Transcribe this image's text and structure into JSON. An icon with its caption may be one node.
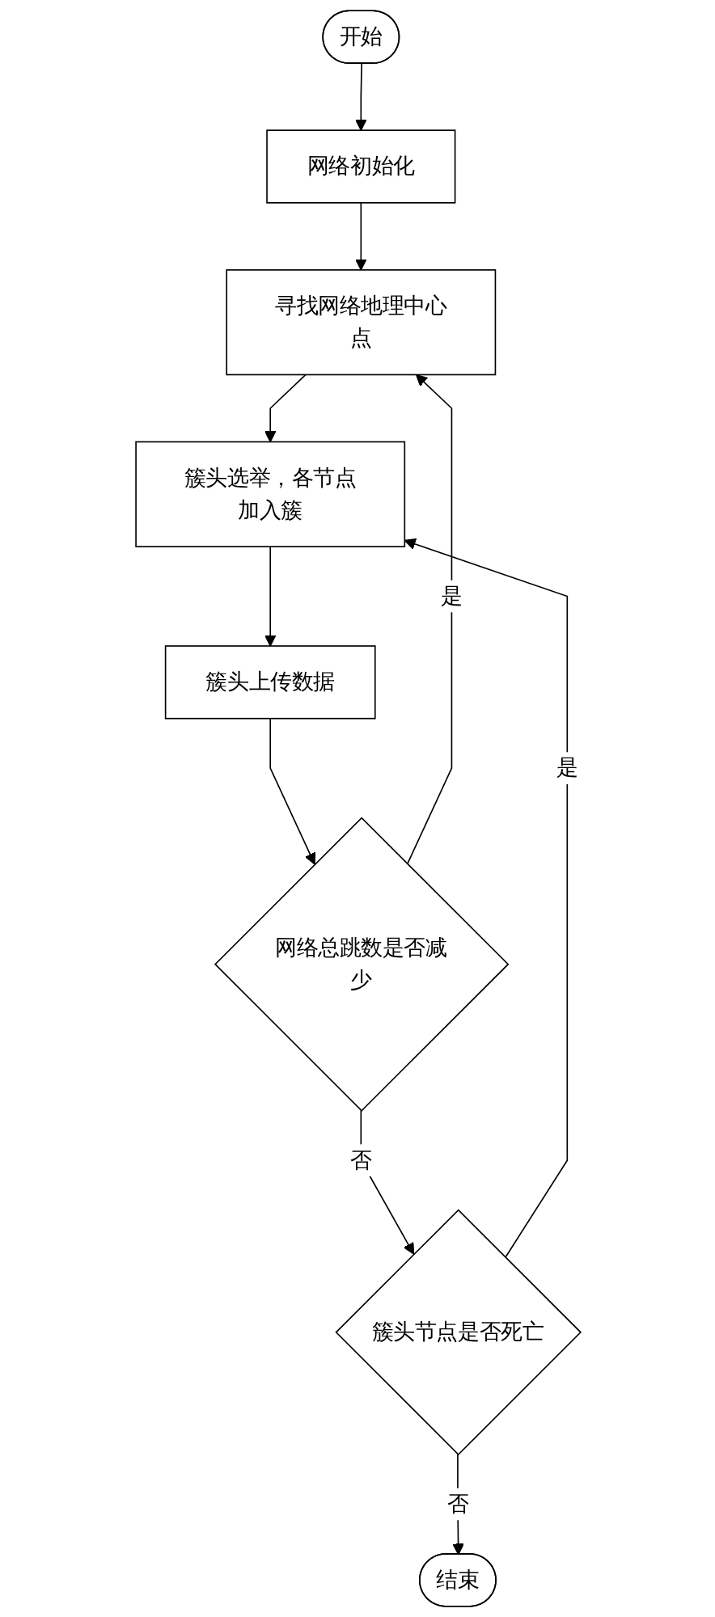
{
  "diagram": {
    "nodes": [
      {
        "text": [
          "开始"
        ]
      },
      {
        "text": [
          "网络初始化"
        ]
      },
      {
        "text": [
          "寻找网络地理中心点"
        ]
      },
      {
        "text": [
          "簇头选举，各节点加入簇"
        ]
      },
      {
        "text": [
          "簇头上传数据"
        ]
      },
      {
        "text": [
          "网络总跳数是否减少"
        ]
      },
      {
        "text": [
          "簇头节点是否死亡"
        ]
      },
      {
        "text": [
          "结束"
        ]
      }
    ],
    "edges": [
      {
        "from": 0,
        "to": 1,
        "arrow": "to"
      },
      {
        "from": 1,
        "to": 2,
        "arrow": "to"
      },
      {
        "from": 2,
        "to": 3,
        "arrow": "to"
      },
      {
        "from": 3,
        "to": 4,
        "arrow": "to"
      },
      {
        "from": 4,
        "to": 5,
        "arrow": "to"
      },
      {
        "from": 5,
        "to": 2,
        "arrow": "to",
        "label": "是"
      },
      {
        "from": 5,
        "to": 6,
        "arrow": "to",
        "label": "否"
      },
      {
        "from": 6,
        "to": 3,
        "arrow": "to",
        "label": "是"
      },
      {
        "from": 6,
        "to": 7,
        "arrow": "to",
        "label": "否"
      }
    ]
  }
}
